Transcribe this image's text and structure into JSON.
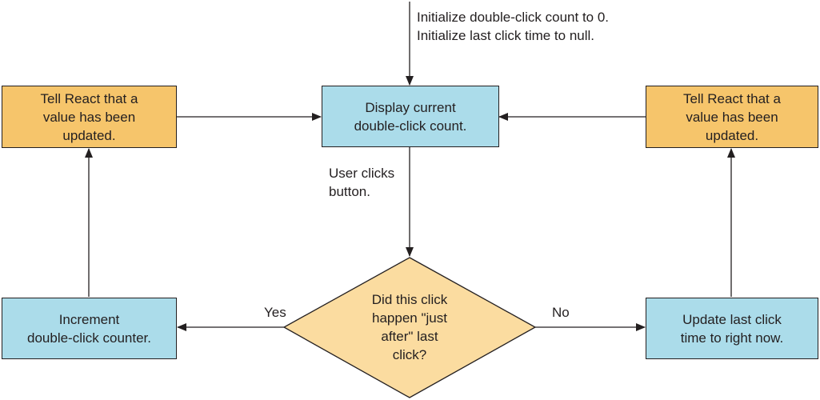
{
  "colors": {
    "blue": "#abdcea",
    "orange": "#f6c56b",
    "diamond": "#fbdca0",
    "stroke": "#231f20"
  },
  "start_note": [
    "Initialize double-click count to 0.",
    "Initialize last click time to null."
  ],
  "display_box": [
    "Display current",
    "double-click count."
  ],
  "left_update_box": [
    "Tell React that a",
    "value has been",
    "updated."
  ],
  "right_update_box": [
    "Tell React that a",
    "value has been",
    "updated."
  ],
  "click_label": [
    "User clicks",
    "button."
  ],
  "decision": [
    "Did this click",
    "happen \"just",
    "after\" last",
    "click?"
  ],
  "yes_label": "Yes",
  "no_label": "No",
  "increment_box": [
    "Increment",
    "double-click counter."
  ],
  "update_time_box": [
    "Update last click",
    "time to right now."
  ]
}
